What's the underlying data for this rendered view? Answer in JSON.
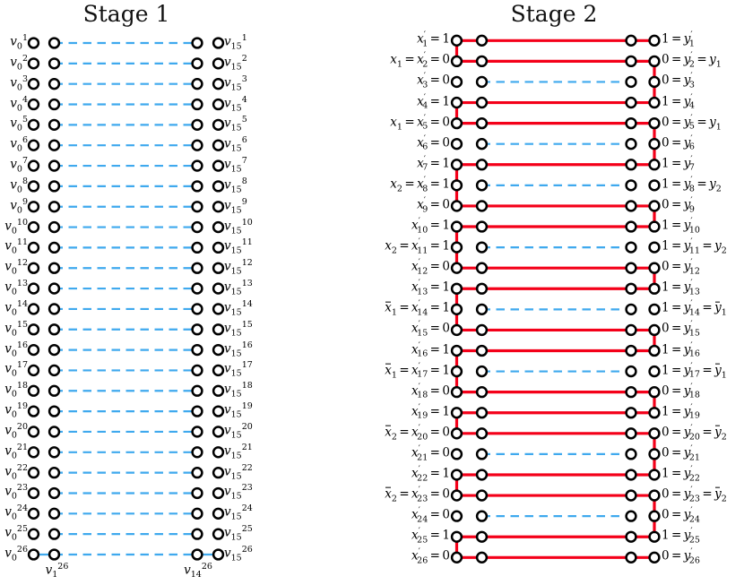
{
  "colors": {
    "red": "#f40019",
    "blue": "#3fa9ee",
    "node_stroke": "#000000",
    "background": "#ffffff"
  },
  "stage1": {
    "title": "Stage 1",
    "rows": [
      {
        "n": 1,
        "left": "v_{0}^{1}",
        "right": "v_{15}^{1}",
        "line": "dashed"
      },
      {
        "n": 2,
        "left": "v_{0}^{2}",
        "right": "v_{15}^{2}",
        "line": "dashed"
      },
      {
        "n": 3,
        "left": "v_{0}^{3}",
        "right": "v_{15}^{3}",
        "line": "dashed"
      },
      {
        "n": 4,
        "left": "v_{0}^{4}",
        "right": "v_{15}^{4}",
        "line": "dashed"
      },
      {
        "n": 5,
        "left": "v_{0}^{5}",
        "right": "v_{15}^{5}",
        "line": "dashed"
      },
      {
        "n": 6,
        "left": "v_{0}^{6}",
        "right": "v_{15}^{6}",
        "line": "dashed"
      },
      {
        "n": 7,
        "left": "v_{0}^{7}",
        "right": "v_{15}^{7}",
        "line": "dashed"
      },
      {
        "n": 8,
        "left": "v_{0}^{8}",
        "right": "v_{15}^{8}",
        "line": "dashed"
      },
      {
        "n": 9,
        "left": "v_{0}^{9}",
        "right": "v_{15}^{9}",
        "line": "dashed"
      },
      {
        "n": 10,
        "left": "v_{0}^{10}",
        "right": "v_{15}^{10}",
        "line": "dashed"
      },
      {
        "n": 11,
        "left": "v_{0}^{11}",
        "right": "v_{15}^{11}",
        "line": "dashed"
      },
      {
        "n": 12,
        "left": "v_{0}^{12}",
        "right": "v_{15}^{12}",
        "line": "dashed"
      },
      {
        "n": 13,
        "left": "v_{0}^{13}",
        "right": "v_{15}^{13}",
        "line": "dashed"
      },
      {
        "n": 14,
        "left": "v_{0}^{14}",
        "right": "v_{15}^{14}",
        "line": "dashed"
      },
      {
        "n": 15,
        "left": "v_{0}^{15}",
        "right": "v_{15}^{15}",
        "line": "dashed"
      },
      {
        "n": 16,
        "left": "v_{0}^{16}",
        "right": "v_{15}^{16}",
        "line": "dashed"
      },
      {
        "n": 17,
        "left": "v_{0}^{17}",
        "right": "v_{15}^{17}",
        "line": "dashed"
      },
      {
        "n": 18,
        "left": "v_{0}^{18}",
        "right": "v_{15}^{18}",
        "line": "dashed"
      },
      {
        "n": 19,
        "left": "v_{0}^{19}",
        "right": "v_{15}^{19}",
        "line": "dashed"
      },
      {
        "n": 20,
        "left": "v_{0}^{20}",
        "right": "v_{15}^{20}",
        "line": "dashed"
      },
      {
        "n": 21,
        "left": "v_{0}^{21}",
        "right": "v_{15}^{21}",
        "line": "dashed"
      },
      {
        "n": 22,
        "left": "v_{0}^{22}",
        "right": "v_{15}^{22}",
        "line": "dashed"
      },
      {
        "n": 23,
        "left": "v_{0}^{23}",
        "right": "v_{15}^{23}",
        "line": "dashed"
      },
      {
        "n": 24,
        "left": "v_{0}^{24}",
        "right": "v_{15}^{24}",
        "line": "dashed"
      },
      {
        "n": 25,
        "left": "v_{0}^{25}",
        "right": "v_{15}^{25}",
        "line": "dashed"
      },
      {
        "n": 26,
        "left": "v_{0}^{26}",
        "right": "v_{15}^{26}",
        "line": "dashed",
        "solid_stubs": true
      }
    ],
    "bottom_labels": [
      {
        "text": "v_{1}^{26}",
        "anchor": "left-inner"
      },
      {
        "text": "v_{14}^{26}",
        "anchor": "right-inner"
      }
    ]
  },
  "stage2": {
    "title": "Stage 2",
    "rows": [
      {
        "n": 1,
        "left": "x'_{1} = 1",
        "right": "1 = y'_{1}",
        "line": "red"
      },
      {
        "n": 2,
        "left": "x_{1} = x'_{2} = 0",
        "right": "0 = y'_{2} = y_{1}",
        "line": "red"
      },
      {
        "n": 3,
        "left": "x'_{3} = 0",
        "right": "0 = y'_{3}",
        "line": "dashed"
      },
      {
        "n": 4,
        "left": "x'_{4} = 1",
        "right": "1 = y'_{4}",
        "line": "red"
      },
      {
        "n": 5,
        "left": "x_{1} = x'_{5} = 0",
        "right": "0 = y'_{5} = y_{1}",
        "line": "red"
      },
      {
        "n": 6,
        "left": "x'_{6} = 0",
        "right": "0 = y'_{6}",
        "line": "dashed"
      },
      {
        "n": 7,
        "left": "x'_{7} = 1",
        "right": "1 = y'_{7}",
        "line": "red"
      },
      {
        "n": 8,
        "left": "x_{2} = x'_{8} = 1",
        "right": "1 = y'_{8} = y_{2}",
        "line": "dashed"
      },
      {
        "n": 9,
        "left": "x'_{9} = 0",
        "right": "0 = y'_{9}",
        "line": "red"
      },
      {
        "n": 10,
        "left": "x'_{10} = 1",
        "right": "1 = y'_{10}",
        "line": "red"
      },
      {
        "n": 11,
        "left": "x_{2} = x'_{11} = 1",
        "right": "1 = y'_{11} = y_{2}",
        "line": "dashed"
      },
      {
        "n": 12,
        "left": "x'_{12} = 0",
        "right": "0 = y'_{12}",
        "line": "red"
      },
      {
        "n": 13,
        "left": "x'_{13} = 1",
        "right": "1 = y'_{13}",
        "line": "red"
      },
      {
        "n": 14,
        "left": "#x_{1} = x'_{14} = 1",
        "right": "1 = y'_{14} = #y_{1}",
        "line": "dashed"
      },
      {
        "n": 15,
        "left": "x'_{15} = 0",
        "right": "0 = y'_{15}",
        "line": "red"
      },
      {
        "n": 16,
        "left": "x'_{16} = 1",
        "right": "1 = y'_{16}",
        "line": "red"
      },
      {
        "n": 17,
        "left": "#x_{1} = x'_{17} = 1",
        "right": "1 = y'_{17} = #y_{1}",
        "line": "dashed"
      },
      {
        "n": 18,
        "left": "x'_{18} = 0",
        "right": "0 = y'_{18}",
        "line": "red"
      },
      {
        "n": 19,
        "left": "x'_{19} = 1",
        "right": "1 = y'_{19}",
        "line": "red"
      },
      {
        "n": 20,
        "left": "#x_{2} = x'_{20} = 0",
        "right": "0 = y'_{20} = #y_{2}",
        "line": "red"
      },
      {
        "n": 21,
        "left": "x'_{21} = 0",
        "right": "0 = y'_{21}",
        "line": "dashed"
      },
      {
        "n": 22,
        "left": "x'_{22} = 1",
        "right": "1 = y'_{22}",
        "line": "red"
      },
      {
        "n": 23,
        "left": "#x_{2} = x'_{23} = 0",
        "right": "0 = y'_{23} = #y_{2}",
        "line": "red"
      },
      {
        "n": 24,
        "left": "x'_{24} = 0",
        "right": "0 = y'_{24}",
        "line": "dashed"
      },
      {
        "n": 25,
        "left": "x'_{25} = 1",
        "right": "1 = y'_{25}",
        "line": "red"
      },
      {
        "n": 26,
        "left": "x'_{26} = 0",
        "right": "0 = y'_{26}",
        "line": "red"
      }
    ],
    "left_verticals": [
      [
        1,
        2
      ],
      [
        4,
        5
      ],
      [
        7,
        9
      ],
      [
        10,
        12
      ],
      [
        13,
        15
      ],
      [
        16,
        18
      ],
      [
        19,
        20
      ],
      [
        22,
        23
      ],
      [
        25,
        26
      ]
    ],
    "right_verticals": [
      [
        2,
        4
      ],
      [
        5,
        7
      ],
      [
        9,
        10
      ],
      [
        12,
        13
      ],
      [
        15,
        16
      ],
      [
        18,
        19
      ],
      [
        20,
        22
      ],
      [
        23,
        25
      ]
    ]
  }
}
